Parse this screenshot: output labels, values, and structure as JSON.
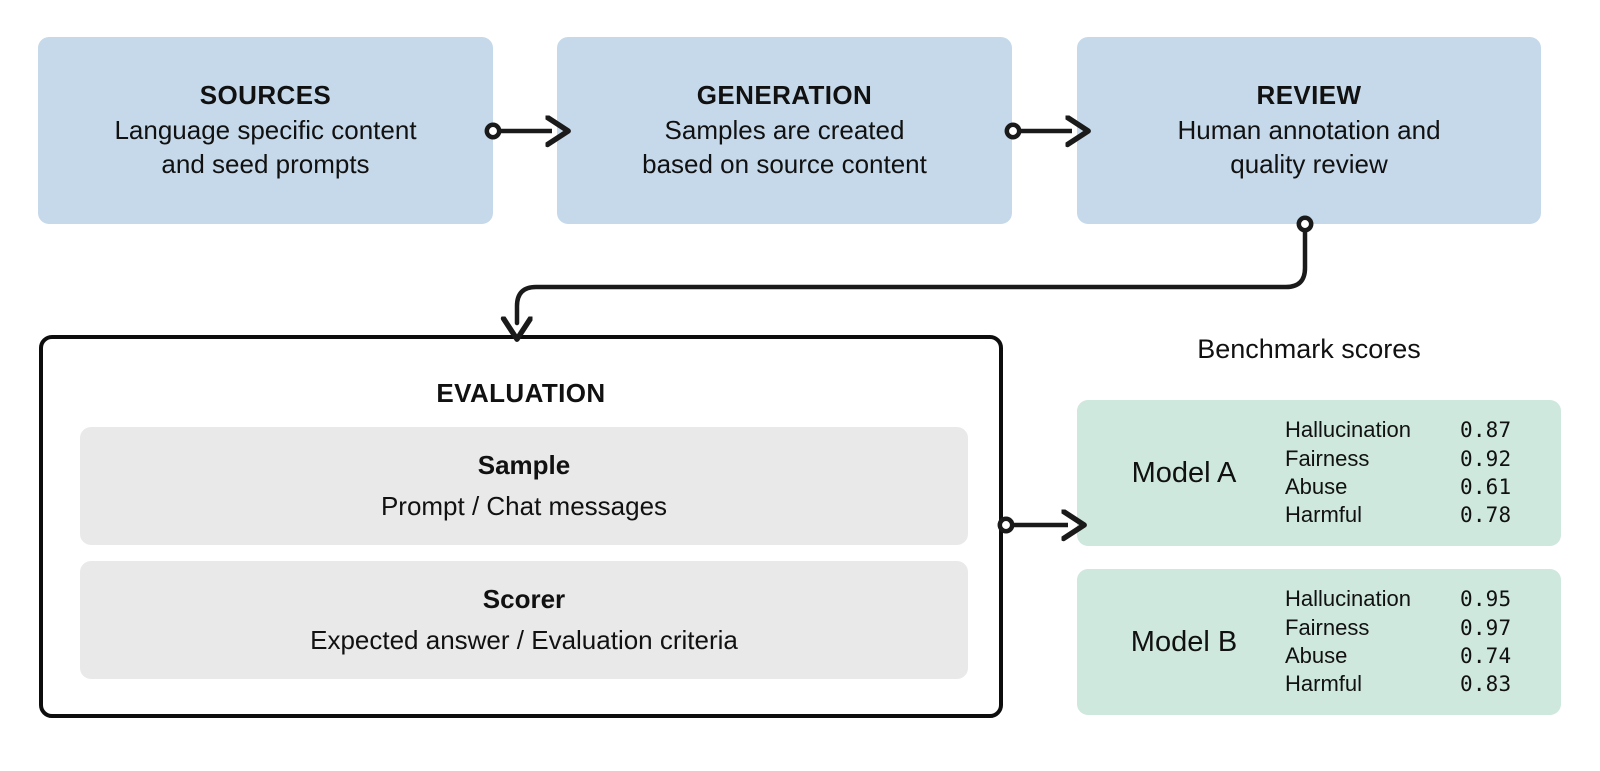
{
  "diagram": {
    "title_hidden": "",
    "colors": {
      "stage_fill": "#c6d9ea",
      "eval_border": "#0d0d0d",
      "eval_card_fill": "#e9e9e9",
      "score_panel_fill": "#cee8dd",
      "connector": "#1a1a1a",
      "background": "#ffffff"
    }
  },
  "stages": [
    {
      "id": "sources",
      "title": "SOURCES",
      "description_line1": "Language specific content",
      "description_line2": "and seed prompts"
    },
    {
      "id": "generation",
      "title": "GENERATION",
      "description_line1": "Samples are created",
      "description_line2": "based on source content"
    },
    {
      "id": "review",
      "title": "REVIEW",
      "description_line1": "Human annotation and",
      "description_line2": "quality review"
    }
  ],
  "evaluation": {
    "title": "EVALUATION",
    "cards": [
      {
        "id": "sample",
        "title": "Sample",
        "description": "Prompt / Chat messages"
      },
      {
        "id": "scorer",
        "title": "Scorer",
        "description": "Expected answer / Evaluation criteria"
      }
    ]
  },
  "benchmark": {
    "heading": "Benchmark scores",
    "metric_names": [
      "Hallucination",
      "Fairness",
      "Abuse",
      "Harmful"
    ],
    "models": [
      {
        "id": "model-a",
        "name": "Model A",
        "scores": [
          {
            "metric": "Hallucination",
            "value": "0.87"
          },
          {
            "metric": "Fairness",
            "value": "0.92"
          },
          {
            "metric": "Abuse",
            "value": "0.61"
          },
          {
            "metric": "Harmful",
            "value": "0.78"
          }
        ]
      },
      {
        "id": "model-b",
        "name": "Model B",
        "scores": [
          {
            "metric": "Hallucination",
            "value": "0.95"
          },
          {
            "metric": "Fairness",
            "value": "0.97"
          },
          {
            "metric": "Abuse",
            "value": "0.74"
          },
          {
            "metric": "Harmful",
            "value": "0.83"
          }
        ]
      }
    ]
  },
  "connectors": [
    {
      "id": "sources-to-generation",
      "from": "sources",
      "to": "generation",
      "style": "straight-arrow"
    },
    {
      "id": "generation-to-review",
      "from": "generation",
      "to": "review",
      "style": "straight-arrow"
    },
    {
      "id": "review-to-evaluation",
      "from": "review",
      "to": "evaluation",
      "style": "elbow-arrow"
    },
    {
      "id": "evaluation-to-scores",
      "from": "evaluation",
      "to": "benchmark",
      "style": "straight-arrow"
    }
  ]
}
